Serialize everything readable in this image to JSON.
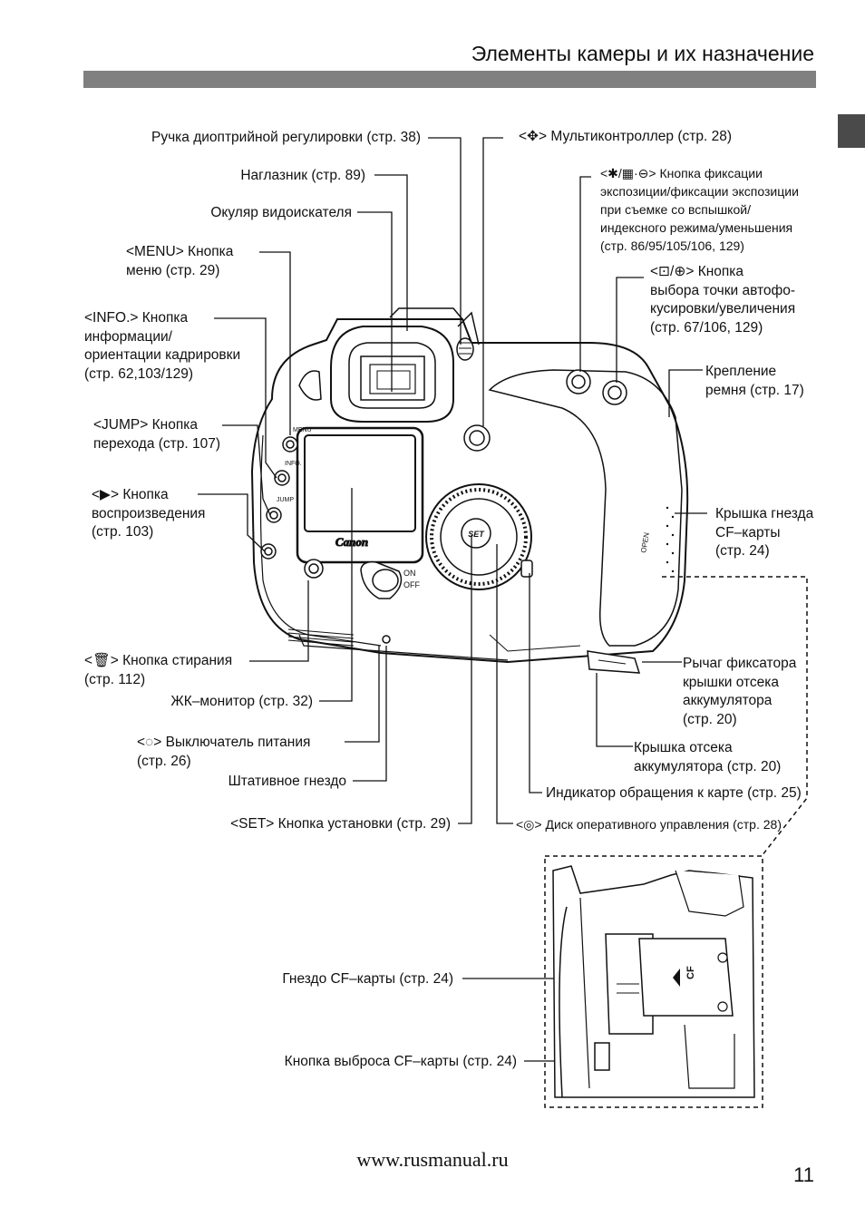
{
  "header": {
    "title": "Элементы камеры и их назначение"
  },
  "labels": {
    "diopter": "Ручка диоптрийной регулировки (стр. 38)",
    "eyecup": "Наглазник (стр. 89)",
    "eyepiece": "Окуляр видоискателя",
    "menu_1": "<MENU> Кнопка",
    "menu_2": "меню (стр. 29)",
    "info_1": "<INFO.> Кнопка",
    "info_2": "информации/",
    "info_3": "ориентации кадрировки",
    "info_4": "(стр. 62,103/129)",
    "jump_1": "<JUMP> Кнопка",
    "jump_2": "перехода (стр. 107)",
    "play_1": "<▶> Кнопка",
    "play_2": "воспроизведения",
    "play_3": "(стр. 103)",
    "multi": "<✥> Мультиконтроллер (стр. 28)",
    "ae_1": "<✱/▦·⊖> Кнопка фиксации",
    "ae_2": "экспозиции/фиксации экспозиции",
    "ae_3": "при съемке со вспышкой/",
    "ae_4": "индексного режима/уменьшения",
    "ae_5": "(стр. 86/95/105/106, 129)",
    "af_1": "<⊡/⊕> Кнопка",
    "af_2": "выбора точки автофо-",
    "af_3": "кусировки/увеличения",
    "af_4": "(стр. 67/106, 129)",
    "strap_1": "Крепление",
    "strap_2": "ремня (стр. 17)",
    "cfcover_1": "Крышка гнезда",
    "cfcover_2": "CF–карты",
    "cfcover_3": "(стр. 24)",
    "battlever_1": "Рычаг фиксатора",
    "battlever_2": "крышки отсека",
    "battlever_3": "аккумулятора",
    "battlever_4": "(стр. 20)",
    "battcover_1": "Крышка отсека",
    "battcover_2": "аккумулятора (стр. 20)",
    "access": "Индикатор обращения к карте (стр. 25)",
    "dial": "<◎> Диск оперативного управления (стр. 28)",
    "erase_1": "<🗑> Кнопка стирания",
    "erase_2": "(стр. 112)",
    "lcd": "ЖК–монитор (стр. 32)",
    "power_1": "<◌> Выключатель питания",
    "power_2": "(стр. 26)",
    "tripod": "Штативное гнездо",
    "set": "<SET> Кнопка установки (стр. 29)",
    "cfslot": "Гнездо CF–карты (стр. 24)",
    "cfeject": "Кнопка выброса CF–карты (стр. 24)"
  },
  "camera_marks": {
    "menu": "MENU",
    "info": "INFO.",
    "jump": "JUMP",
    "brand": "Canon",
    "set": "SET",
    "on": "ON",
    "off": "OFF",
    "open": "OPEN",
    "cf": "CF"
  },
  "footer": {
    "url": "www.rusmanual.ru",
    "page": "11"
  }
}
